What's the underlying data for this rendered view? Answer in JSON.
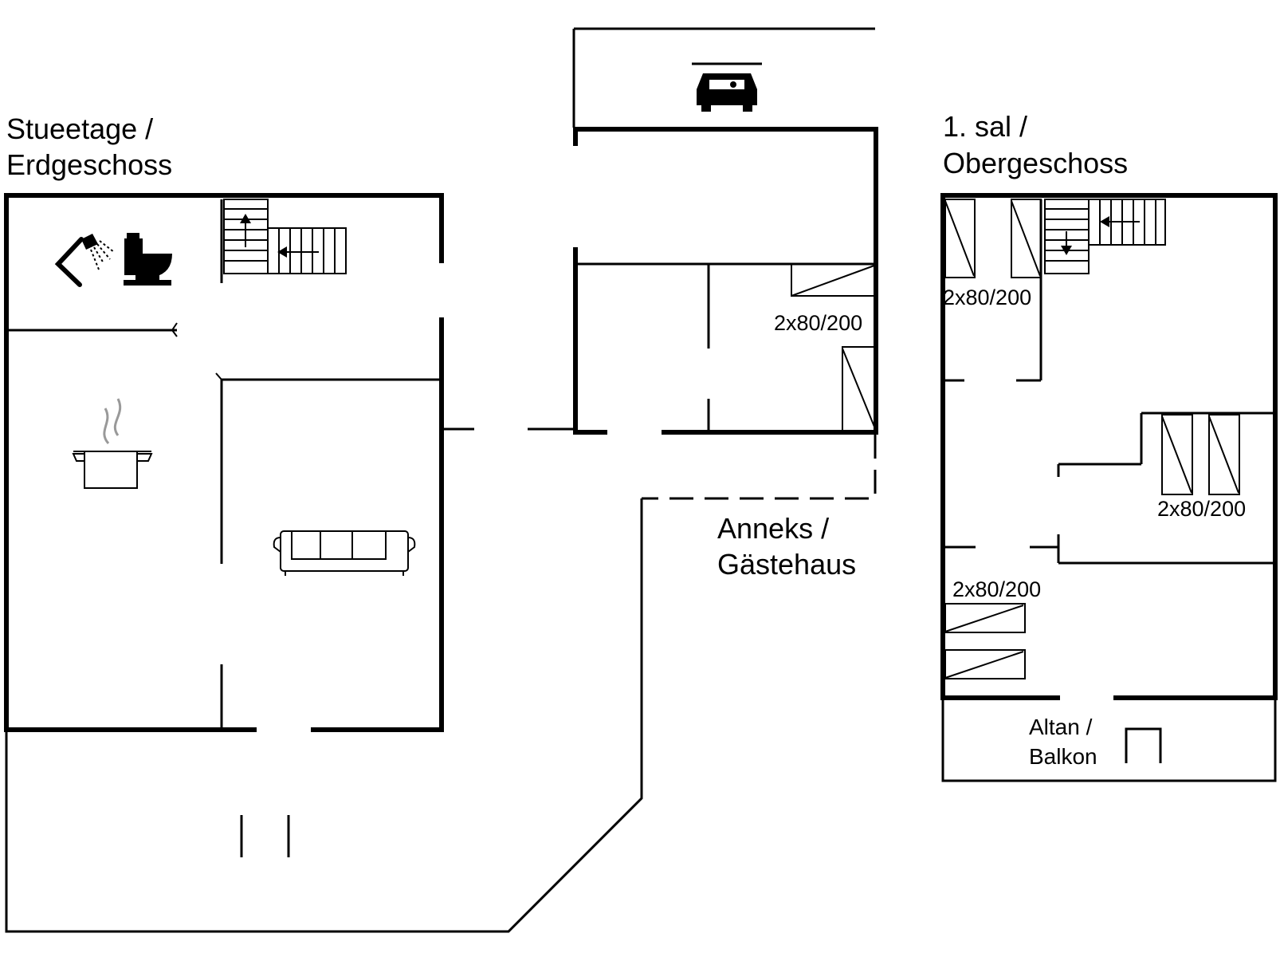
{
  "floors": {
    "ground": {
      "label_line1": "Stueetage /",
      "label_line2": "Erdgeschoss"
    },
    "upper": {
      "label_line1": "1. sal /",
      "label_line2": "Obergeschoss"
    },
    "annex": {
      "label_line1": "Anneks /",
      "label_line2": "Gästehaus"
    }
  },
  "beds": {
    "annex_room": "2x80/200",
    "upper_left": "2x80/200",
    "upper_right": "2x80/200",
    "upper_bottom": "2x80/200"
  },
  "balcony": {
    "label_line1": "Altan /",
    "label_line2": "Balkon"
  },
  "icons": [
    "shower-icon",
    "toilet-icon",
    "stairs-icon",
    "cooking-pot-icon",
    "sofa-icon",
    "car-icon"
  ]
}
